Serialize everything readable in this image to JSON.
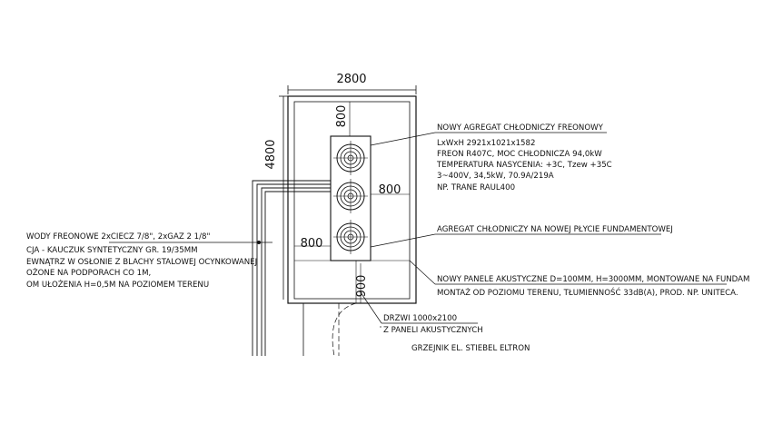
{
  "dimensions": {
    "width_total": "2800",
    "height_total": "4800",
    "offset_top": "800",
    "offset_right": "800",
    "offset_left": "800",
    "door_width": "900"
  },
  "callouts": {
    "new_unit": [
      "NOWY AGREGAT CHŁODNICZY FREONOWY",
      "LxWxH 2921x1021x1582",
      "FREON R407C, MOC CHŁODNICZA 94,0kW",
      "TEMPERATURA NASYCENIA: +3C, Tzew +35C",
      "3~400V, 34,5kW, 70.9A/219A",
      "NP. TRANE RAUL400"
    ],
    "foundation": "AGREGAT CHŁODNICZY NA NOWEJ PŁYCIE FUNDAMENTOWEJ",
    "panels": [
      "NOWY PANELE AKUSTYCZNE D=100MM, H=3000MM, MONTOWANE NA FUNDAM",
      "MONTAŻ OD POZIOMU TERENU, TŁUMIENNOŚĆ 33dB(A), PROD. NP. UNITECA."
    ],
    "door": [
      "DRZWI 1000x2100",
      "Z PANELI AKUSTYCZNYCH"
    ],
    "heater": "GRZEJNIK EL. STIEBEL ELTRON",
    "pipes": [
      "WODY FREONOWE 2xCIECZ 7/8\", 2xGAZ 2 1/8\"",
      "CJA - KAUCZUK SYNTETYCZNY GR. 19/35MM",
      "EWNĄTRZ W OSŁONIE Z BLACHY STALOWEJ OCYNKOWANEJ",
      "OŻONE NA PODPORACH CO 1M,",
      "OM UŁOŻENIA H=0,5M NA POZIOMEM TERENU"
    ]
  }
}
